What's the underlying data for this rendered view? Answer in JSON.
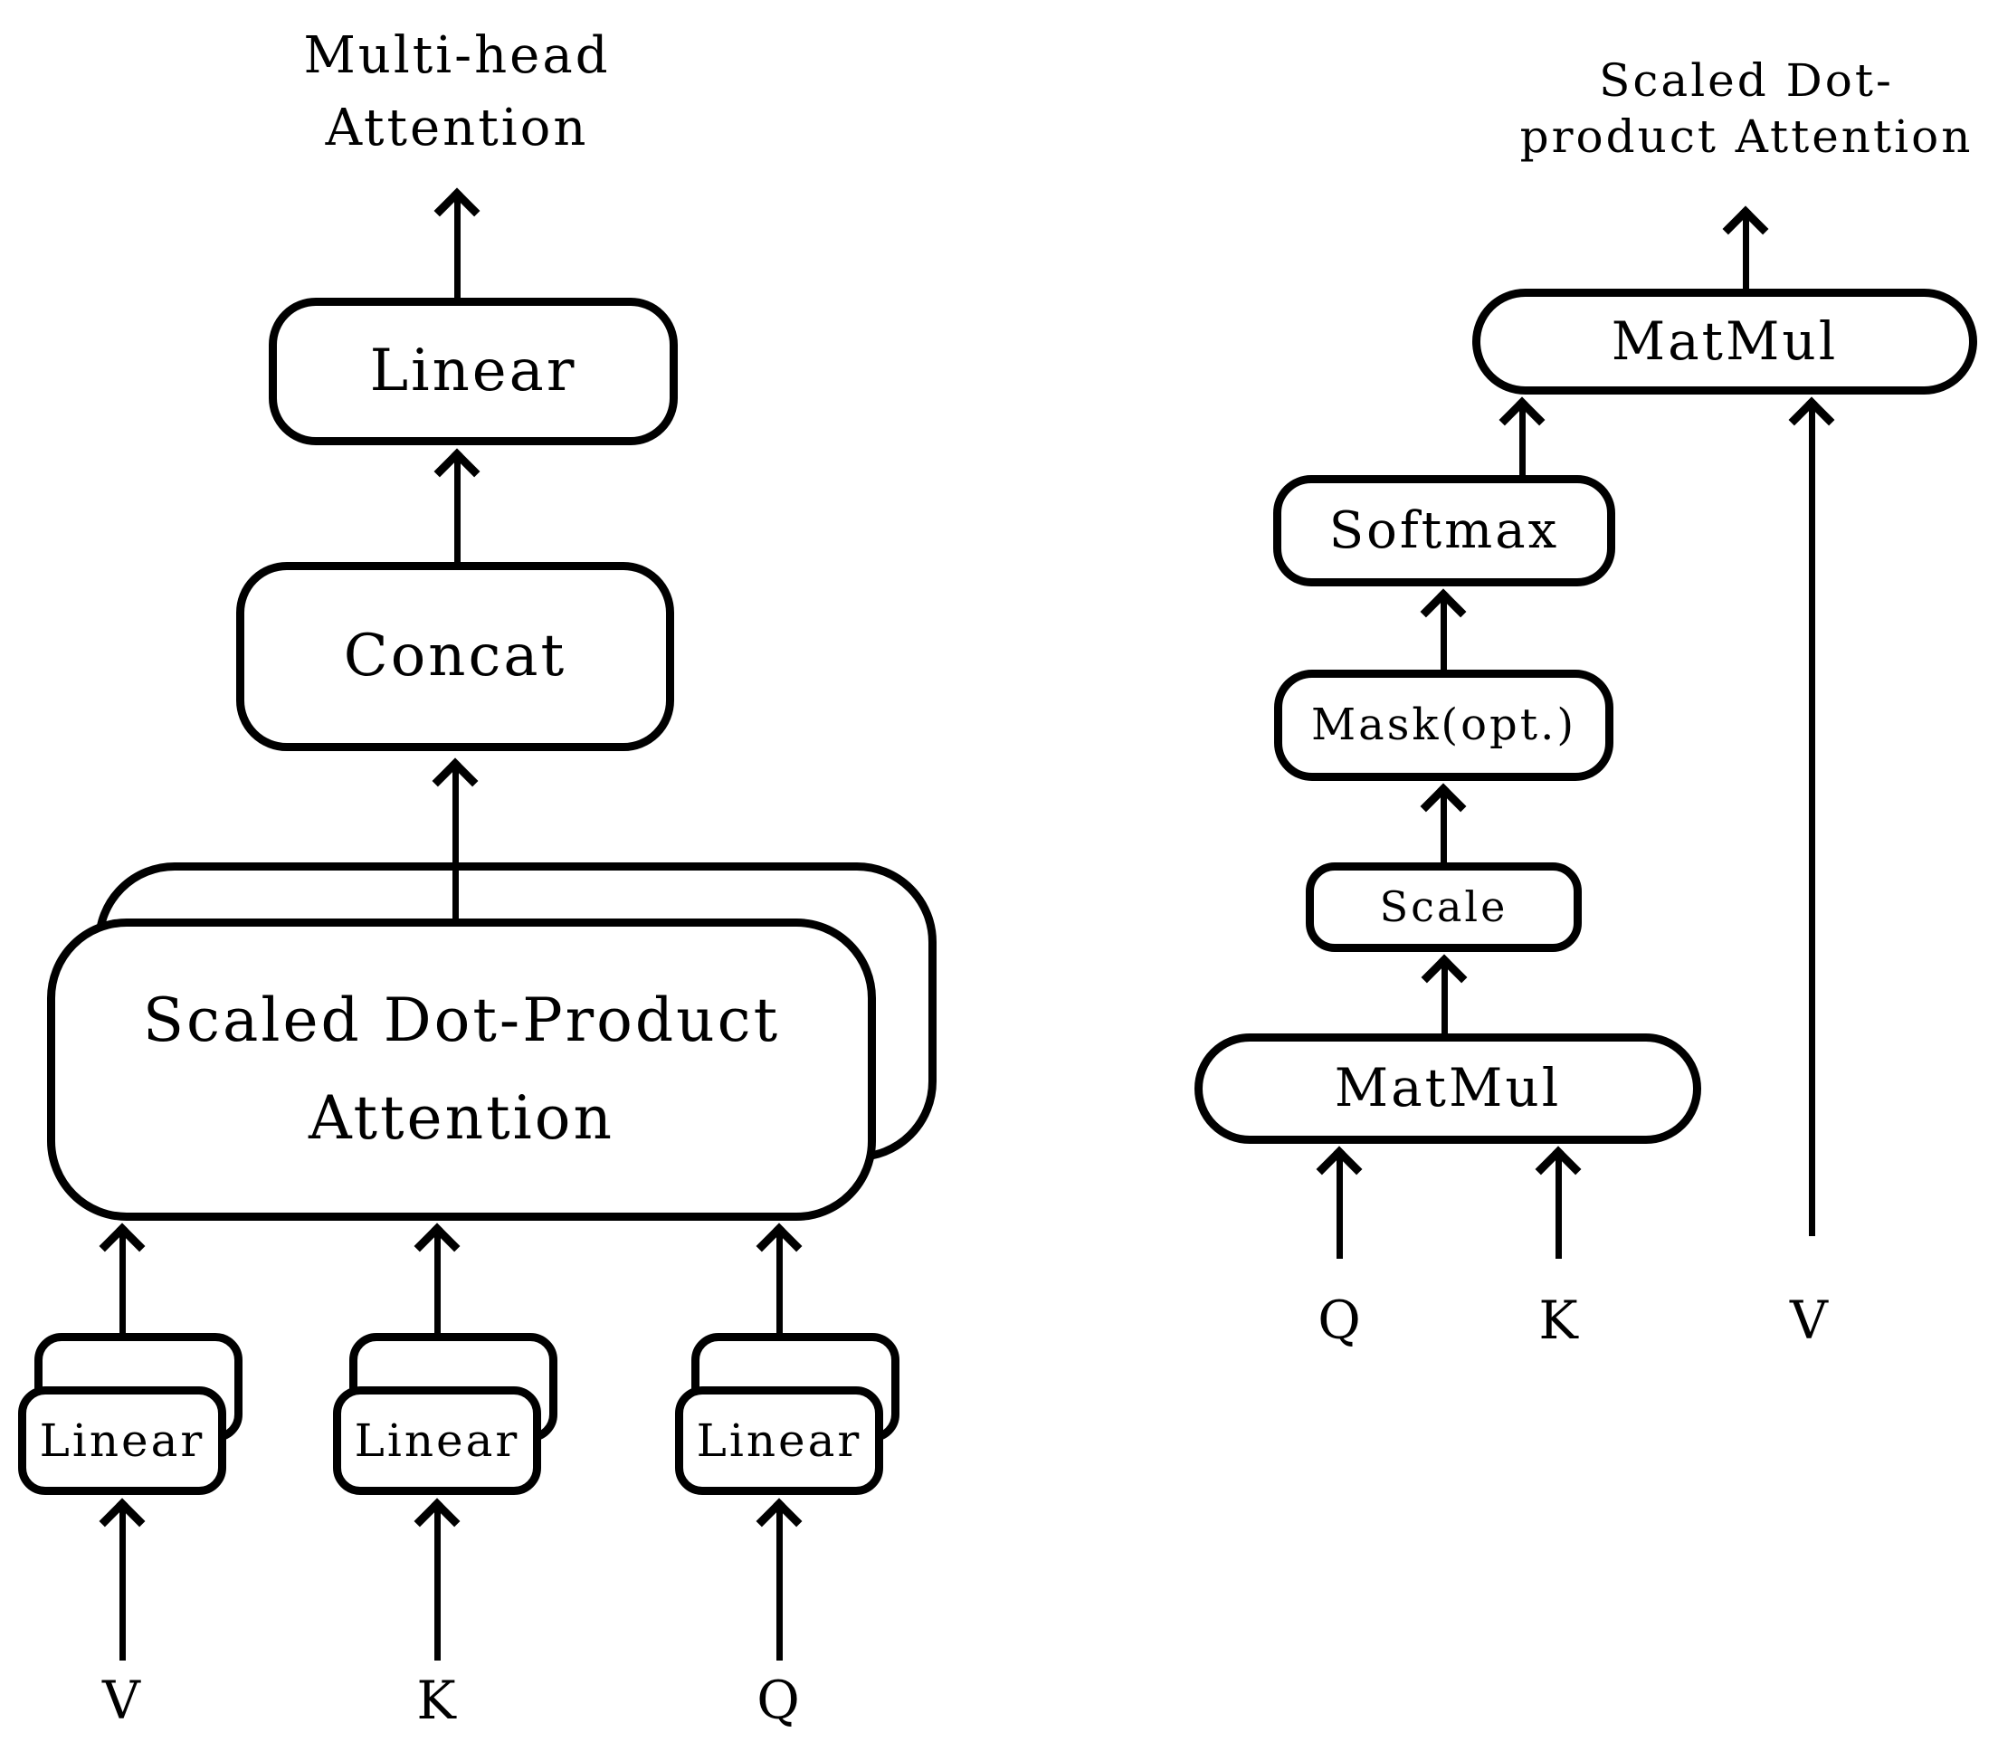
{
  "colors": {
    "ink": "#000000",
    "paper": "#ffffff"
  },
  "left": {
    "title_lines": [
      "Multi-head",
      "Attention"
    ],
    "linear_top_label": "Linear",
    "concat_label": "Concat",
    "sdpa_lines": [
      "Scaled Dot-Product",
      "Attention"
    ],
    "head_linear_label": "Linear",
    "input_labels": [
      "V",
      "K",
      "Q"
    ]
  },
  "right": {
    "title_lines": [
      "Scaled Dot-",
      "product Attention"
    ],
    "matmul_top_label": "MatMul",
    "softmax_label": "Softmax",
    "mask_label": "Mask(opt.)",
    "scale_label": "Scale",
    "matmul_bottom_label": "MatMul",
    "input_labels": [
      "Q",
      "K",
      "V"
    ]
  }
}
